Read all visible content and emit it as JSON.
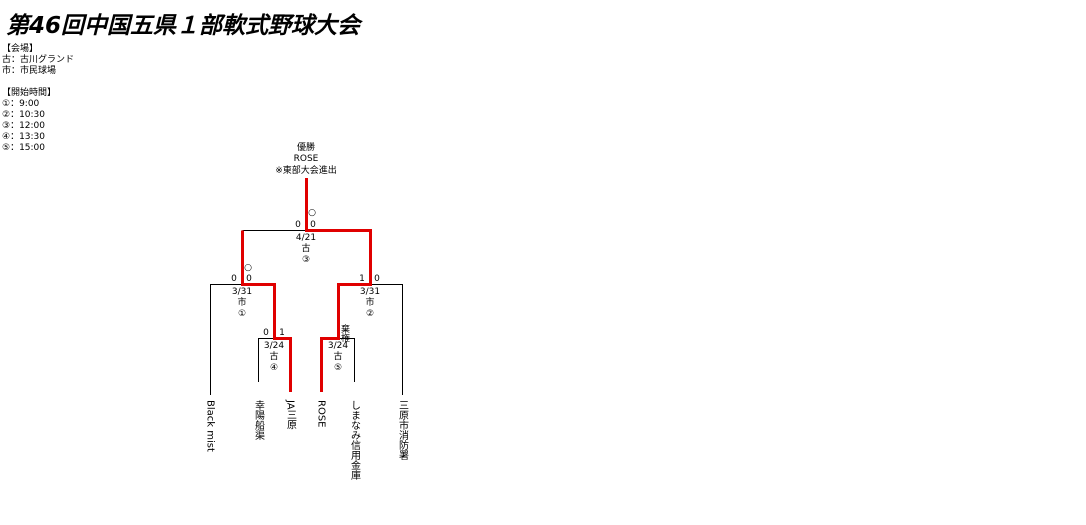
{
  "title": "第46回中国五県１部軟式野球大会",
  "venue_header": "【会場】",
  "venues": [
    "古：古川グランド",
    "市：市民球場"
  ],
  "time_header": "【開始時間】",
  "times": [
    "①：9:00",
    "②：10:30",
    "③：12:00",
    "④：13:30",
    "⑤：15:00"
  ],
  "champion": {
    "label": "優勝",
    "team": "ROSE",
    "note": "※東部大会進出"
  },
  "teams": [
    "Black mist",
    "幸陽船渠",
    "JA三原",
    "ROSE",
    "しまなみ信用金庫",
    "三原市消防署"
  ],
  "matches": {
    "final": {
      "date": "4/21",
      "venue": "古",
      "slot": "③",
      "left": "0",
      "right": "0",
      "mark": "○"
    },
    "semi_left": {
      "date": "3/31",
      "venue": "市",
      "slot": "①",
      "left": "0",
      "right": "0",
      "mark": "○"
    },
    "semi_right": {
      "date": "3/31",
      "venue": "市",
      "slot": "②",
      "left": "1",
      "right": "0"
    },
    "qf_left": {
      "date": "3/24",
      "venue": "古",
      "slot": "④",
      "left": "0",
      "right": "1"
    },
    "qf_right": {
      "date": "3/24",
      "venue": "古",
      "slot": "⑤",
      "note": "棄権"
    }
  },
  "colors": {
    "winner_line": "#e00000",
    "line": "#000000"
  }
}
